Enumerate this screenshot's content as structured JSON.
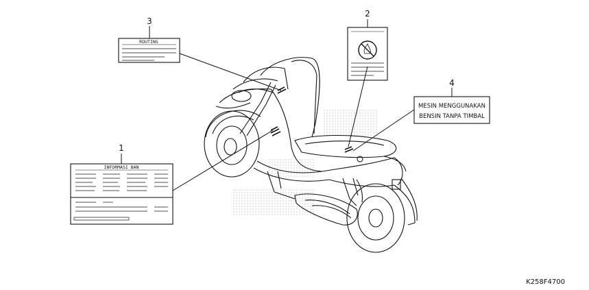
{
  "callouts": [
    {
      "number": "1"
    },
    {
      "number": "2"
    },
    {
      "number": "3"
    },
    {
      "number": "4"
    }
  ],
  "labels": {
    "tire_info_title": "INFORMASI BAN",
    "caution_title": "ROUTING",
    "fuel_line1": "MESIN MENGGUNAKAN",
    "fuel_line2": "BENSIN TANPA TIMBAL"
  },
  "diagram_code": "K258F4700"
}
